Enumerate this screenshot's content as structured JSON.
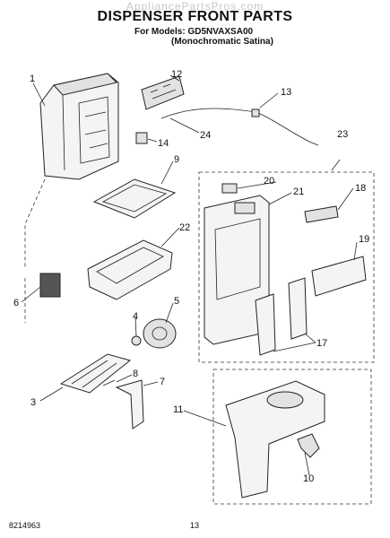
{
  "watermark": "AppliancePartsPros.com",
  "title": "DISPENSER FRONT PARTS",
  "model_line": "For Models: GD5NVAXSA00",
  "color_line": "(Monochromatic Satina)",
  "footer": {
    "doc_number": "8214963",
    "page_number": "13"
  },
  "callouts": {
    "c1": "1",
    "c3": "3",
    "c4": "4",
    "c5": "5",
    "c6": "6",
    "c7": "7",
    "c8": "8",
    "c9": "9",
    "c10": "10",
    "c11": "11",
    "c12": "12",
    "c13": "13",
    "c14": "14",
    "c17": "17",
    "c18": "18",
    "c19": "19",
    "c20": "20",
    "c21": "21",
    "c22": "22",
    "c23": "23",
    "c24": "24"
  }
}
